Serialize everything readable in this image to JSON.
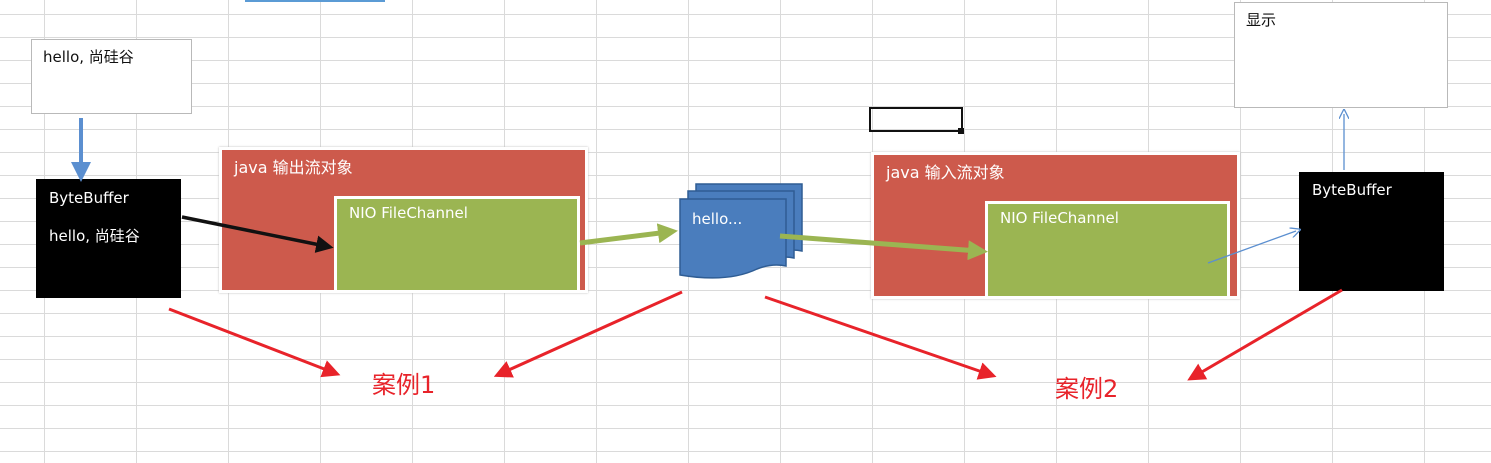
{
  "input_box": {
    "text": "hello, 尚硅谷"
  },
  "output_box": {
    "text": "显示"
  },
  "buffer_left": {
    "title": "ByteBuffer",
    "content": "hello, 尚硅谷"
  },
  "buffer_right": {
    "title": "ByteBuffer"
  },
  "output_stream": {
    "label": "java  输出流对象",
    "channel_label": "NIO FileChannel"
  },
  "input_stream": {
    "label": "java  输入流对象",
    "channel_label": "NIO FileChannel"
  },
  "file_doc": {
    "label": "hello..."
  },
  "case1": {
    "label": "案例1"
  },
  "case2": {
    "label": "案例2"
  },
  "colors": {
    "stream": "#cd5a4c",
    "channel": "#9bb552",
    "document": "#4a7dbd",
    "case_arrow": "#e8232a",
    "buffer": "#000000"
  }
}
